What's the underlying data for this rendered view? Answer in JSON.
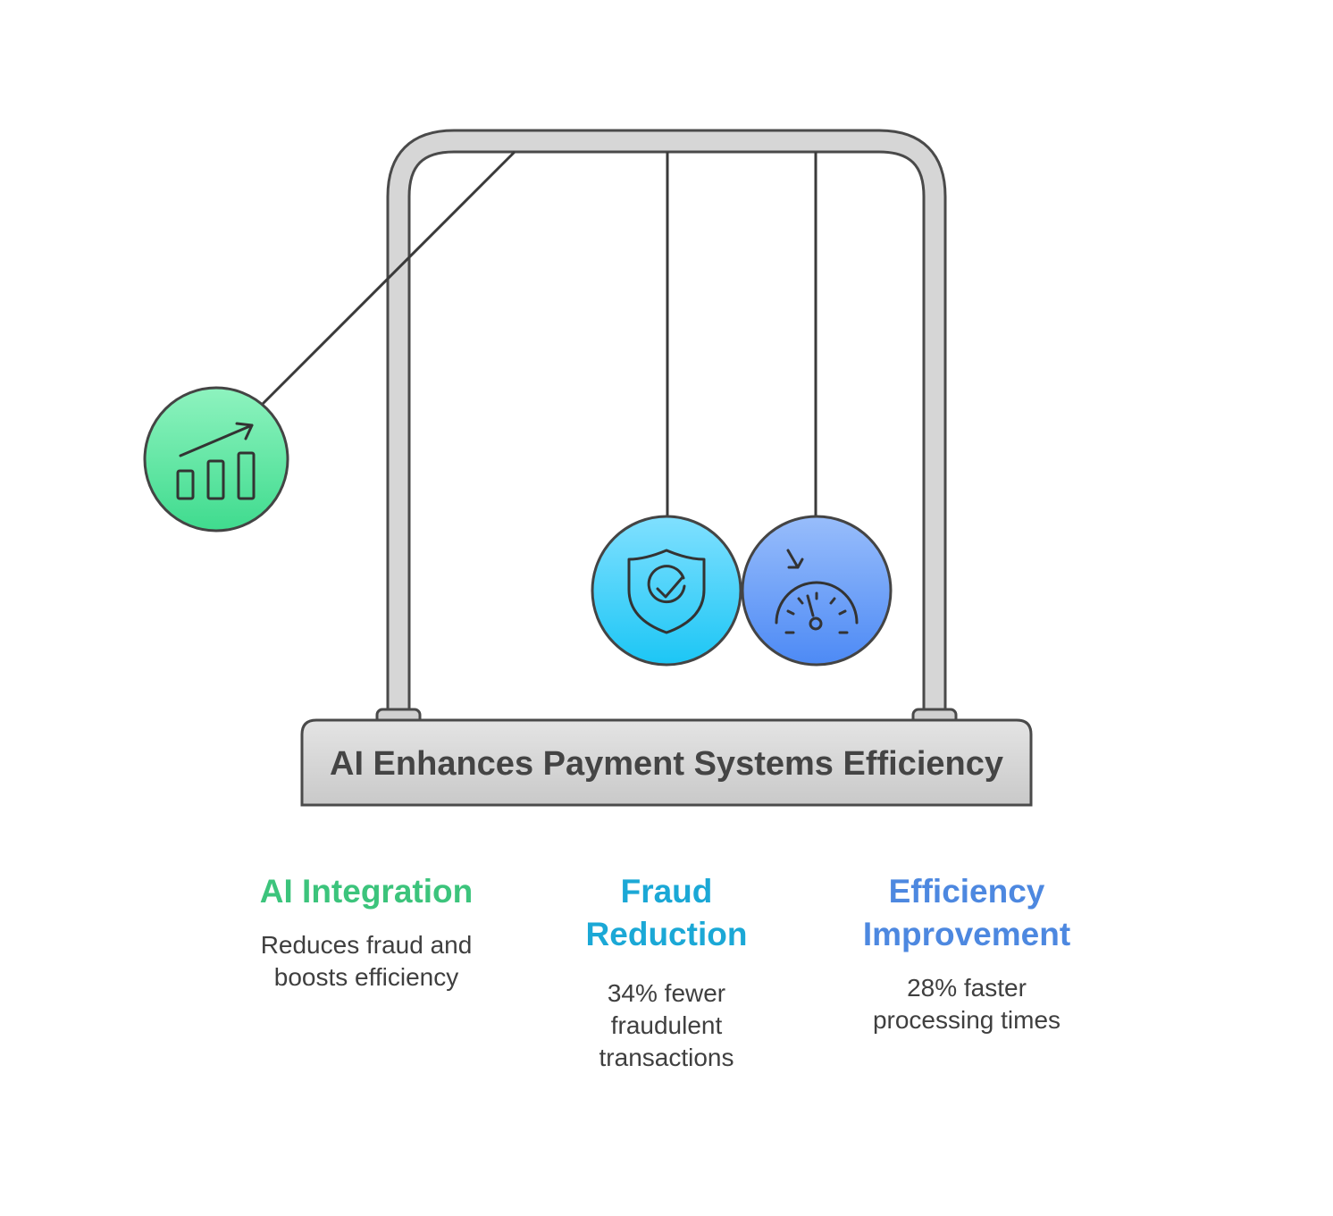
{
  "title": "AI Enhances Payment Systems Efficiency",
  "items": [
    {
      "title": "AI Integration",
      "description": "Reduces fraud and boosts efficiency",
      "icon": "growth-chart-icon",
      "color": "#3cc47c"
    },
    {
      "title": "Fraud Reduction",
      "description": "34% fewer fraudulent transactions",
      "icon": "shield-check-icon",
      "color": "#1ba8d6"
    },
    {
      "title": "Efficiency Improvement",
      "description": "28% faster processing times",
      "icon": "speedometer-icon",
      "color": "#4d88e0"
    }
  ]
}
